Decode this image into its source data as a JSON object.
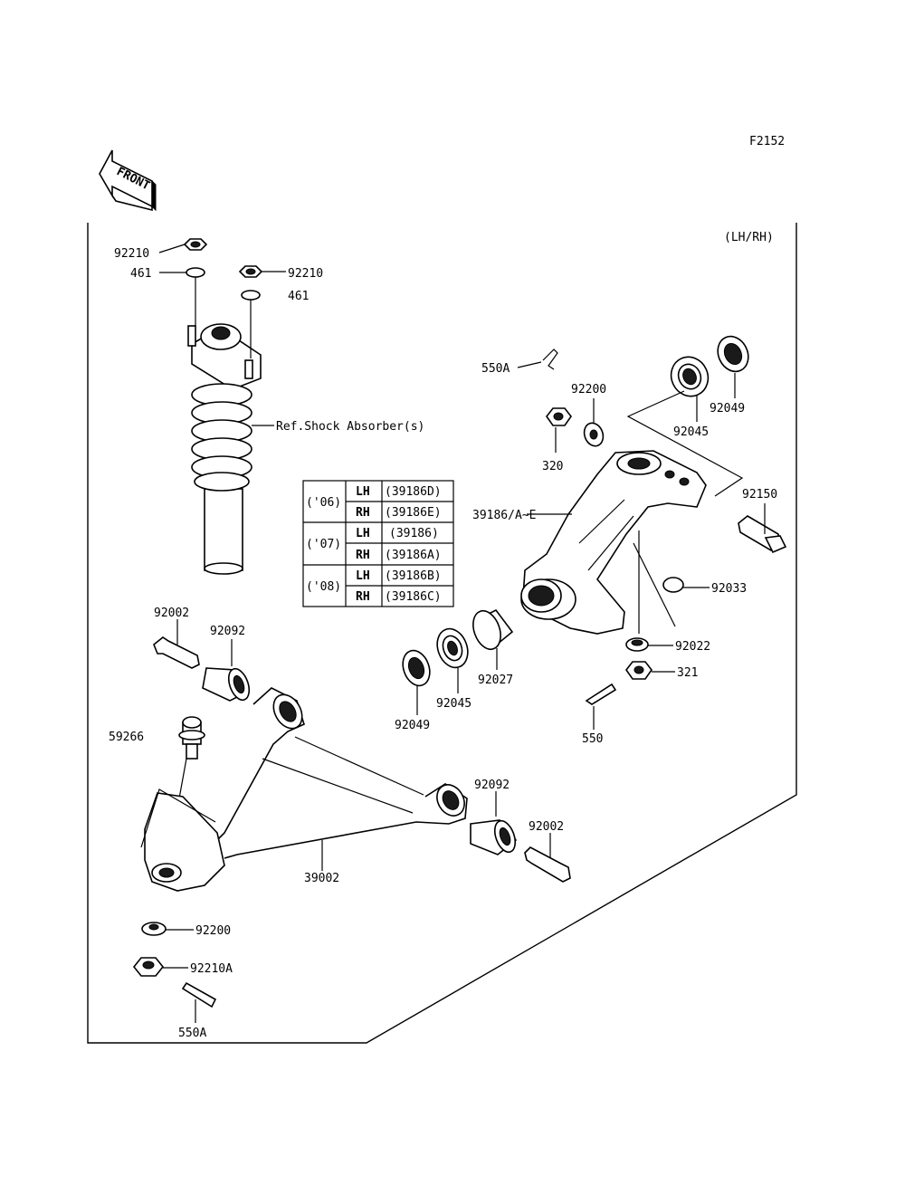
{
  "figure_id": "F2152",
  "scope_label": "(LH/RH)",
  "front_label": "FRONT",
  "ref_label": "Ref.Shock Absorber(s)",
  "callouts": {
    "nut_92210_left": "92210",
    "washer_461_left": "461",
    "nut_92210_right": "92210",
    "washer_461_right": "461",
    "cotter_550A_top": "550A",
    "washer_92200_top": "92200",
    "nut_320": "320",
    "seal_92049_top": "92049",
    "bearing_92045_top": "92045",
    "bolt_92150": "92150",
    "knuckle_39186": "39186/A~E",
    "ring_92033": "92033",
    "collar_92022": "92022",
    "nut_321": "321",
    "cotter_550": "550",
    "sleeve_92027": "92027",
    "bearing_92045_bottom": "92045",
    "seal_92049_bottom": "92049",
    "bolt_92002_left": "92002",
    "bushing_92092_left": "92092",
    "joint_59266": "59266",
    "bushing_92092_right": "92092",
    "bolt_92002_right": "92002",
    "arm_39002": "39002",
    "washer_92200_bottom": "92200",
    "nut_92210A": "92210A",
    "cotter_550A_bottom": "550A"
  },
  "model_table": {
    "rows": [
      {
        "year": "('06)",
        "side": "LH",
        "part": "(39186D)"
      },
      {
        "year": "",
        "side": "RH",
        "part": "(39186E)"
      },
      {
        "year": "('07)",
        "side": "LH",
        "part": "(39186)"
      },
      {
        "year": "",
        "side": "RH",
        "part": "(39186A)"
      },
      {
        "year": "('08)",
        "side": "LH",
        "part": "(39186B)"
      },
      {
        "year": "",
        "side": "RH",
        "part": "(39186C)"
      }
    ]
  }
}
